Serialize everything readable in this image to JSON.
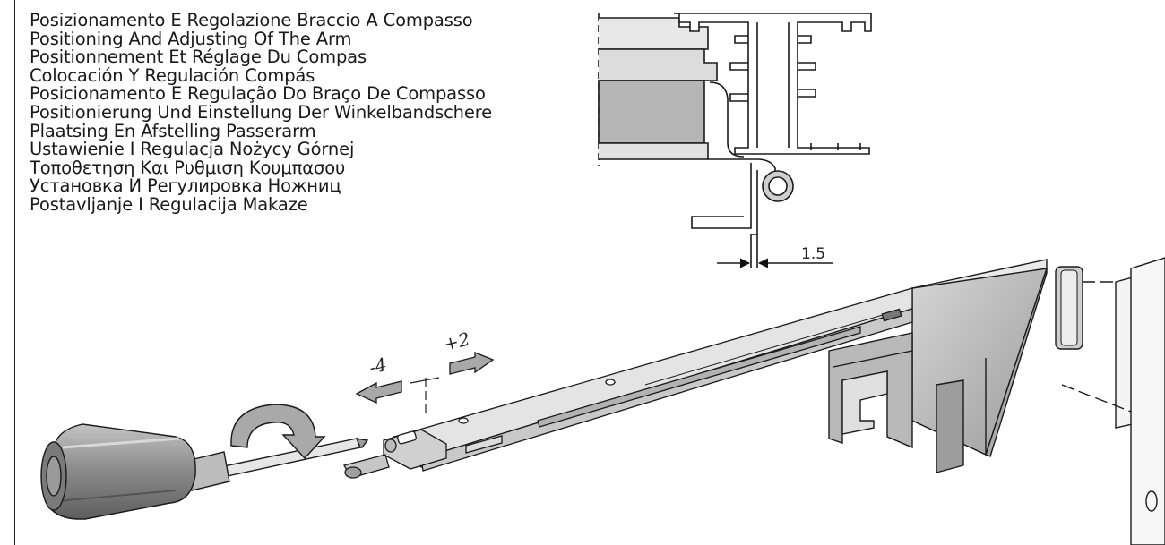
{
  "titles": [
    "Posizionamento E Regolazione Braccio A Compasso",
    "Positioning And Adjusting Of The Arm",
    "Positionnement Et Réglage Du Compas",
    "Colocación Y Regulación Compás",
    "Posicionamento E Regulação Do Braço De Compasso",
    "Positionierung Und Einstellung Der Winkelbandschere",
    "Plaatsing En Afstelling Passerarm",
    "Ustawienie I Regulacja Nożycy Górnej",
    "Τοποθετηση Και Ρυθμιση Κουμπασου",
    "Установка И Регулировка Ножниц",
    "Postavljanje I Regulacija Makaze"
  ],
  "dimension": {
    "value": "1.5"
  },
  "adjustment": {
    "minus": "-4",
    "plus": "+2"
  },
  "colors": {
    "line": "#1a1a1a",
    "metal_light": "#d9d9d9",
    "metal_mid": "#bdbdbd",
    "metal_dark": "#8f8f8f",
    "handle": "#9a9a9a"
  },
  "icons": [
    "screwdriver-icon",
    "rotation-arrow-icon",
    "arrow-left-icon",
    "arrow-right-icon"
  ]
}
